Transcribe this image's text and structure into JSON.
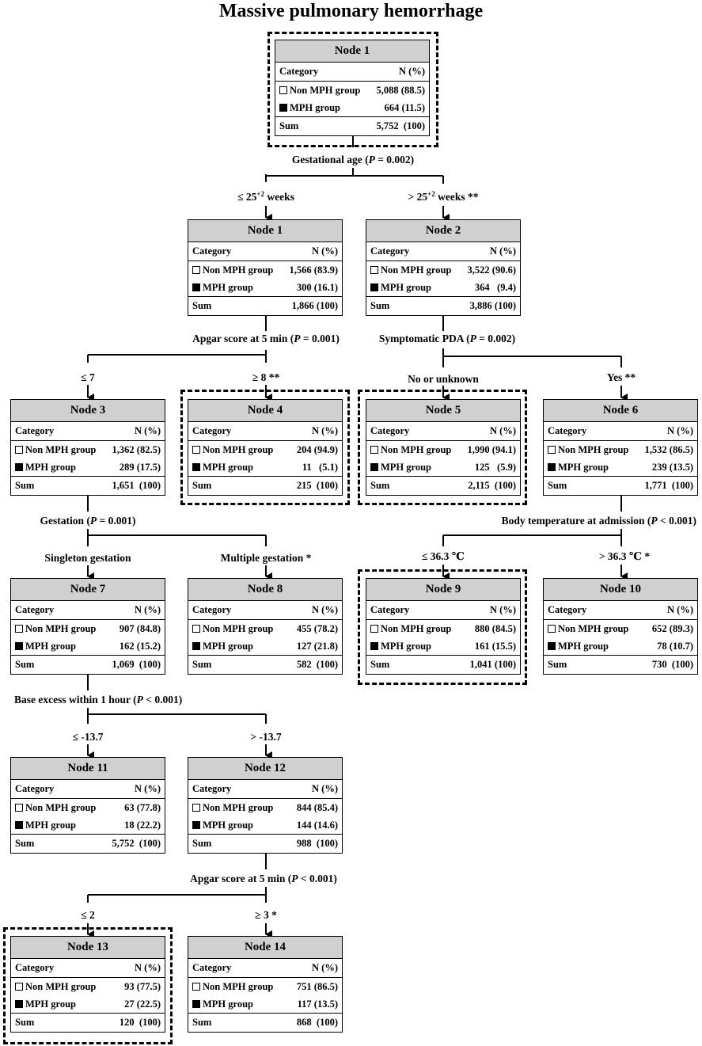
{
  "title": "Massive pulmonary hemorrhage",
  "legend": {
    "category": "Category",
    "n_pct": "N (%)",
    "non_mph": "Non MPH group",
    "mph": "MPH group",
    "sum": "Sum"
  },
  "nodes": {
    "root": {
      "name": "Node 1",
      "non": "5,088 (88.5)",
      "mph": "664 (11.5)",
      "sum": "5,752  (100)"
    },
    "n1": {
      "name": "Node 1",
      "non": "1,566 (83.9)",
      "mph": "300 (16.1)",
      "sum": "1,866 (100)"
    },
    "n2": {
      "name": "Node 2",
      "non": "3,522 (90.6)",
      "mph": "364   (9.4)",
      "sum": "3,886 (100)"
    },
    "n3": {
      "name": "Node 3",
      "non": "1,362 (82.5)",
      "mph": "289 (17.5)",
      "sum": "1,651  (100)"
    },
    "n4": {
      "name": "Node 4",
      "non": "204 (94.9)",
      "mph": "11   (5.1)",
      "sum": "215  (100)"
    },
    "n5": {
      "name": "Node 5",
      "non": "1,990 (94.1)",
      "mph": "125   (5.9)",
      "sum": "2,115  (100)"
    },
    "n6": {
      "name": "Node 6",
      "non": "1,532 (86.5)",
      "mph": "239 (13.5)",
      "sum": "1,771  (100)"
    },
    "n7": {
      "name": "Node 7",
      "non": "907 (84.8)",
      "mph": "162 (15.2)",
      "sum": "1,069  (100)"
    },
    "n8": {
      "name": "Node 8",
      "non": "455 (78.2)",
      "mph": "127 (21.8)",
      "sum": "582  (100)"
    },
    "n9": {
      "name": "Node 9",
      "non": "880 (84.5)",
      "mph": "161 (15.5)",
      "sum": "1,041 (100)"
    },
    "n10": {
      "name": "Node 10",
      "non": "652 (89.3)",
      "mph": "78 (10.7)",
      "sum": "730  (100)"
    },
    "n11": {
      "name": "Node 11",
      "non": "63 (77.8)",
      "mph": "18 (22.2)",
      "sum": "5,752  (100)"
    },
    "n12": {
      "name": "Node 12",
      "non": "844 (85.4)",
      "mph": "144 (14.6)",
      "sum": "988  (100)"
    },
    "n13": {
      "name": "Node 13",
      "non": "93 (77.5)",
      "mph": "27 (22.5)",
      "sum": "120  (100)"
    },
    "n14": {
      "name": "Node 14",
      "non": "751 (86.5)",
      "mph": "117 (13.5)",
      "sum": "868  (100)"
    }
  },
  "splits": {
    "gest_age": {
      "pre": "Gestational age (",
      "p": "P",
      "post": " = 0.002)"
    },
    "apgar1": {
      "pre": "Apgar score at 5 min (",
      "p": "P",
      "post": " = 0.001)"
    },
    "pda": {
      "pre": "Symptomatic PDA (",
      "p": "P",
      "post": " = 0.002)"
    },
    "gestation": {
      "pre": "Gestation (",
      "p": "P",
      "post": " = 0.001)"
    },
    "bodytemp": {
      "pre": "Body temperature at admission (",
      "p": "P",
      "post": " < 0.001)"
    },
    "base": {
      "pre": "Base excess within 1 hour (",
      "p": "P",
      "post": " < 0.001)"
    },
    "apgar2": {
      "pre": "Apgar score at 5 min (",
      "p": "P",
      "post": " < 0.001)"
    }
  },
  "branches": {
    "le25": {
      "pre": "≤ 25",
      "sup": "+2",
      "post": " weeks"
    },
    "gt25": {
      "pre": "> 25",
      "sup": "+2",
      "post": " weeks **"
    },
    "le7": "≤ 7",
    "ge8": "≥ 8 **",
    "no_unknown": "No or unknown",
    "yes": "Yes **",
    "singleton": "Singleton gestation",
    "multiple": "Multiple gestation *",
    "le363": "≤ 36.3 ℃",
    "gt363": "> 36.3 ℃ *",
    "le137": "≤ -13.7",
    "gt137": "> -13.7",
    "le2": "≤ 2",
    "ge3": "≥ 3 *"
  }
}
